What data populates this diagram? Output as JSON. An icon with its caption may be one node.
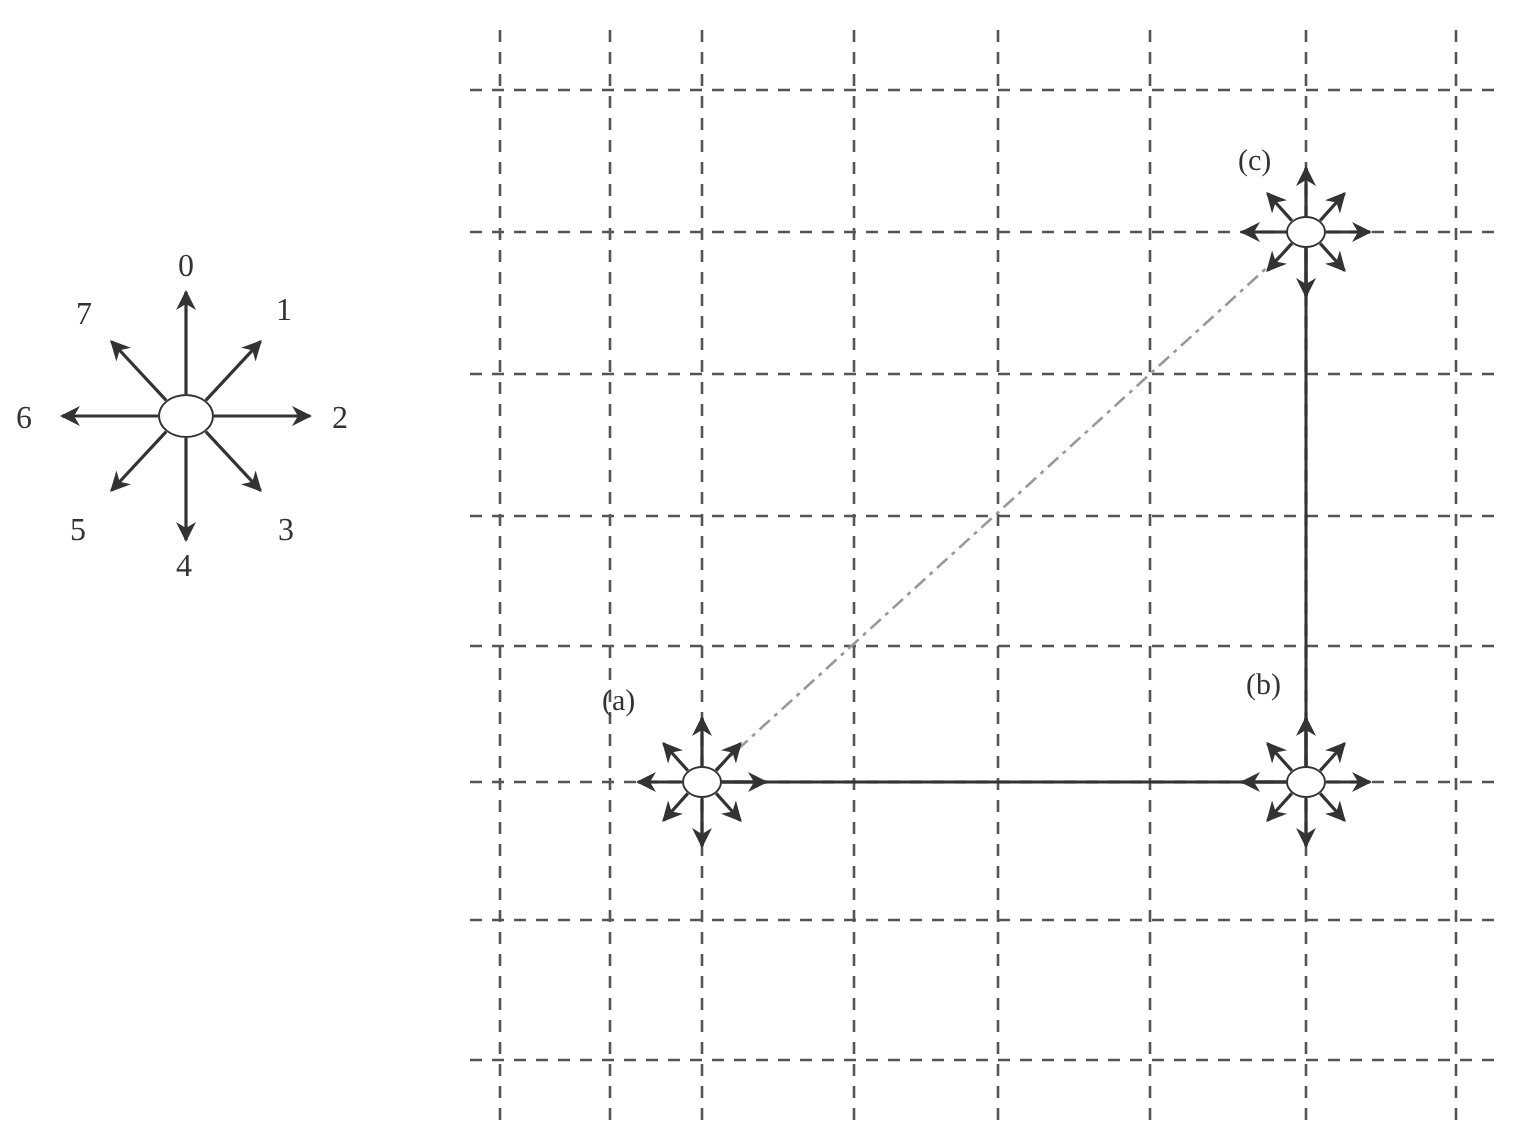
{
  "diagram": {
    "nodes": [
      {
        "text": [],
        "shape": "circle"
      },
      {
        "text": [],
        "shape": "circle",
        "beside": [
          "(c)"
        ]
      },
      {
        "text": [],
        "shape": "circle",
        "beside": [
          "(a)"
        ]
      },
      {
        "text": [],
        "shape": "circle",
        "beside": [
          "(b)"
        ]
      }
    ],
    "edges": [
      {
        "from": 2,
        "to": 1,
        "arrow": "none",
        "style": "dashed",
        "color": "#999999"
      },
      {
        "from": 2,
        "to": 3,
        "arrow": "none"
      },
      {
        "from": 3,
        "to": 1,
        "arrow": "none"
      }
    ],
    "labels": [
      "0",
      "1",
      "2",
      "3",
      "4",
      "5",
      "6",
      "7"
    ]
  }
}
